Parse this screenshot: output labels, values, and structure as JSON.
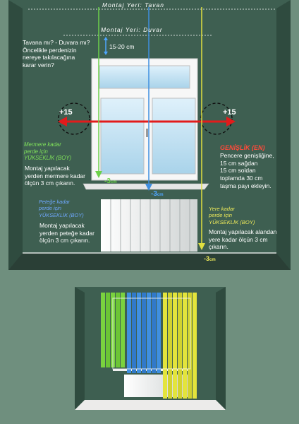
{
  "labels": {
    "ceiling_mount": "Montaj Yeri: Tavan",
    "wall_mount": "Montaj Yeri: Duvar",
    "question": "Tavana mı? - Duvara mı?\nÖncelikle perdenizin\nnereye takılacağına\nkarar verin?",
    "gap_range": "15-20 cm",
    "left_extra": "+15",
    "right_extra": "+15",
    "sill_title": "Mermere kadar\nperde için\nYÜKSEKLİK (BOY)",
    "sill_text": "Montaj yapılacak\nyerden mermere kadar\nölçün 3 cm çıkarın.",
    "width_title": "GENİŞLİK (EN)",
    "width_text": "Pencere genişliğine,\n15 cm sağdan\n15 cm soldan\ntoplamda 30 cm\ntaşma payı ekleyin.",
    "radiator_title": "Peteğe kadar\nperde için\nYÜKSEKLİK (BOY)",
    "radiator_text": "Montaj yapılacak\nyerden peteğe kadar\nölçün 3 cm çıkarın.",
    "floor_title": "Yere kadar\nperde için\nYÜKSEKLİK (BOY)",
    "floor_text": "Montaj yapılacak alandan\nyere kadar ölçün 3 cm\nçıkarın.",
    "minus_sill": "-3",
    "minus_radiator": "-3",
    "minus_floor": "-3",
    "unit": "cm"
  },
  "colors": {
    "room_wall": "#3e5f51",
    "green_line": "#6dd14a",
    "blue_line": "#3f8fe0",
    "yellow_line": "#e0e040",
    "red_arrow": "#e21b1b",
    "sill_title": "#7fe05a",
    "radiator_title": "#6fa8ff",
    "floor_title": "#f0ec5a",
    "width_title": "#ff4a3a"
  }
}
